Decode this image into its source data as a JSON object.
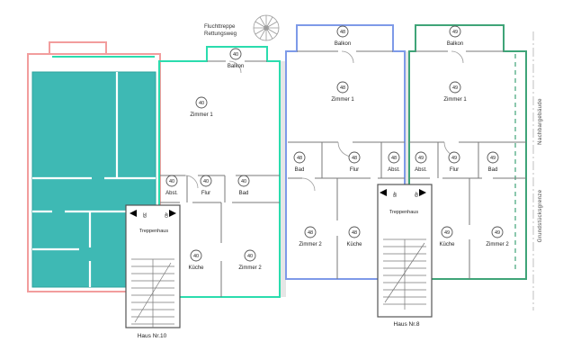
{
  "plan": {
    "escape": {
      "line1": "Fluchttreppe",
      "line2": "Rettungsweg"
    },
    "houses": {
      "left": "Haus Nr.10",
      "right": "Haus Nr.8"
    },
    "boundary": {
      "line1": "Grundstücksgrenze",
      "line2": "Nachbargebäude"
    },
    "stairwells": {
      "left": {
        "label": "Treppenhaus",
        "units": [
          "39",
          "40"
        ]
      },
      "right": {
        "label": "Treppenhaus",
        "units": [
          "48",
          "49"
        ]
      }
    },
    "apartments": {
      "a40": {
        "unit": "40",
        "rooms": {
          "balkon": "Balkon",
          "zimmer1": "Zimmer 1",
          "abst": "Abst.",
          "flur": "Flur",
          "bad": "Bad",
          "kueche": "Küche",
          "zimmer2": "Zimmer 2"
        }
      },
      "a48": {
        "unit": "48",
        "rooms": {
          "balkon": "Balkon",
          "zimmer1": "Zimmer 1",
          "bad": "Bad",
          "flur": "Flur",
          "abst": "Abst.",
          "zimmer2": "Zimmer 2",
          "kueche": "Küche"
        }
      },
      "a49": {
        "unit": "49",
        "rooms": {
          "balkon": "Balkon",
          "zimmer1": "Zimmer 1",
          "abst": "Abst.",
          "flur": "Flur",
          "bad": "Bad",
          "kueche": "Küche",
          "zimmer2": "Zimmer 2"
        }
      }
    },
    "colors": {
      "filled_apartment": "#3eb9b4",
      "outline_red": "#f29d9d",
      "outline_teal": "#2bdcae",
      "outline_blue": "#7e9ae8",
      "outline_green": "#3fa478",
      "wall": "#7a7a7a"
    }
  }
}
